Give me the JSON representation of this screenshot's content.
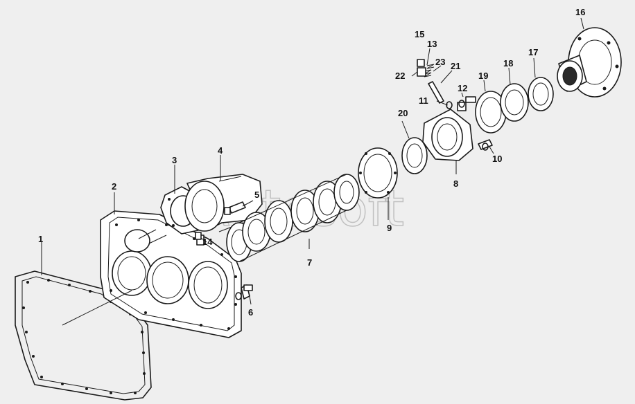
{
  "watermark": "Autosoft",
  "callouts": {
    "c1": "1",
    "c2": "2",
    "c3": "3",
    "c4": "4",
    "c5": "5",
    "c6": "6",
    "c7": "7",
    "c8": "8",
    "c9": "9",
    "c10": "10",
    "c11": "11",
    "c12": "12",
    "c13": "13",
    "c14": "14",
    "c15": "15",
    "c16": "16",
    "c17": "17",
    "c18": "18",
    "c19": "19",
    "c20": "20",
    "c21": "21",
    "c22": "22",
    "c23": "23"
  }
}
